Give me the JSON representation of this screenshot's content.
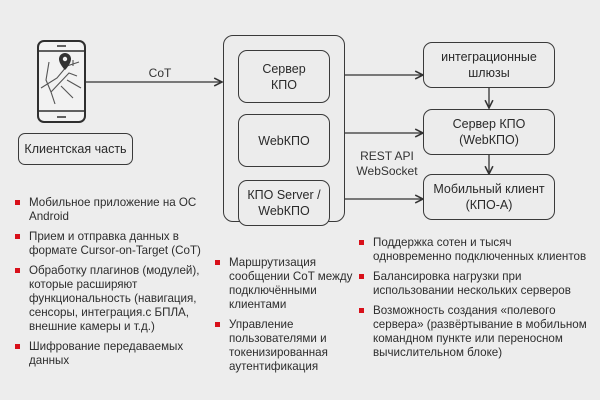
{
  "client": {
    "label": "Клиентская часть",
    "phone_icon": "smartphone-map-pin-icon"
  },
  "link_cot": "CoT",
  "server_group": {
    "items": [
      "Сервер\nКПО",
      "WebКПО",
      "КПО Server /\nWebКПО"
    ]
  },
  "right_boxes": {
    "gateways": "интеграционные\nшлюзы",
    "server": "Сервер КПО\n(WebКПО)",
    "mobile": "Мобильный клиент\n(КПО-А)"
  },
  "link_rest": "REST API\nWebSocket",
  "bullets": {
    "color": "#d8101a",
    "client": [
      "Мобильное приложение на ОС Android",
      "Прием и отправка данных в формате Cursor-on-Target (CoT)",
      "Обработку плагинов (модулей), которые расширяют функциональность (навигация, сенсоры, интеграция.с БПЛА, внешние камеры и т.д.)",
      "Шифрование передаваемых данных"
    ],
    "server": [
      "Маршрутизация сообщении CoT между подключёнными клиентами",
      "Управление пользователями и токенизированная аутентификация"
    ],
    "right": [
      "Поддержка сотен и тысяч одновременно подключенных клиентов",
      "Балансировка нагрузки при использовании нескольких серверов",
      "Возможность создания «полевого сервера» (развёртывание в мобильном командном пункте или переносном вычислительном блоке)"
    ]
  }
}
